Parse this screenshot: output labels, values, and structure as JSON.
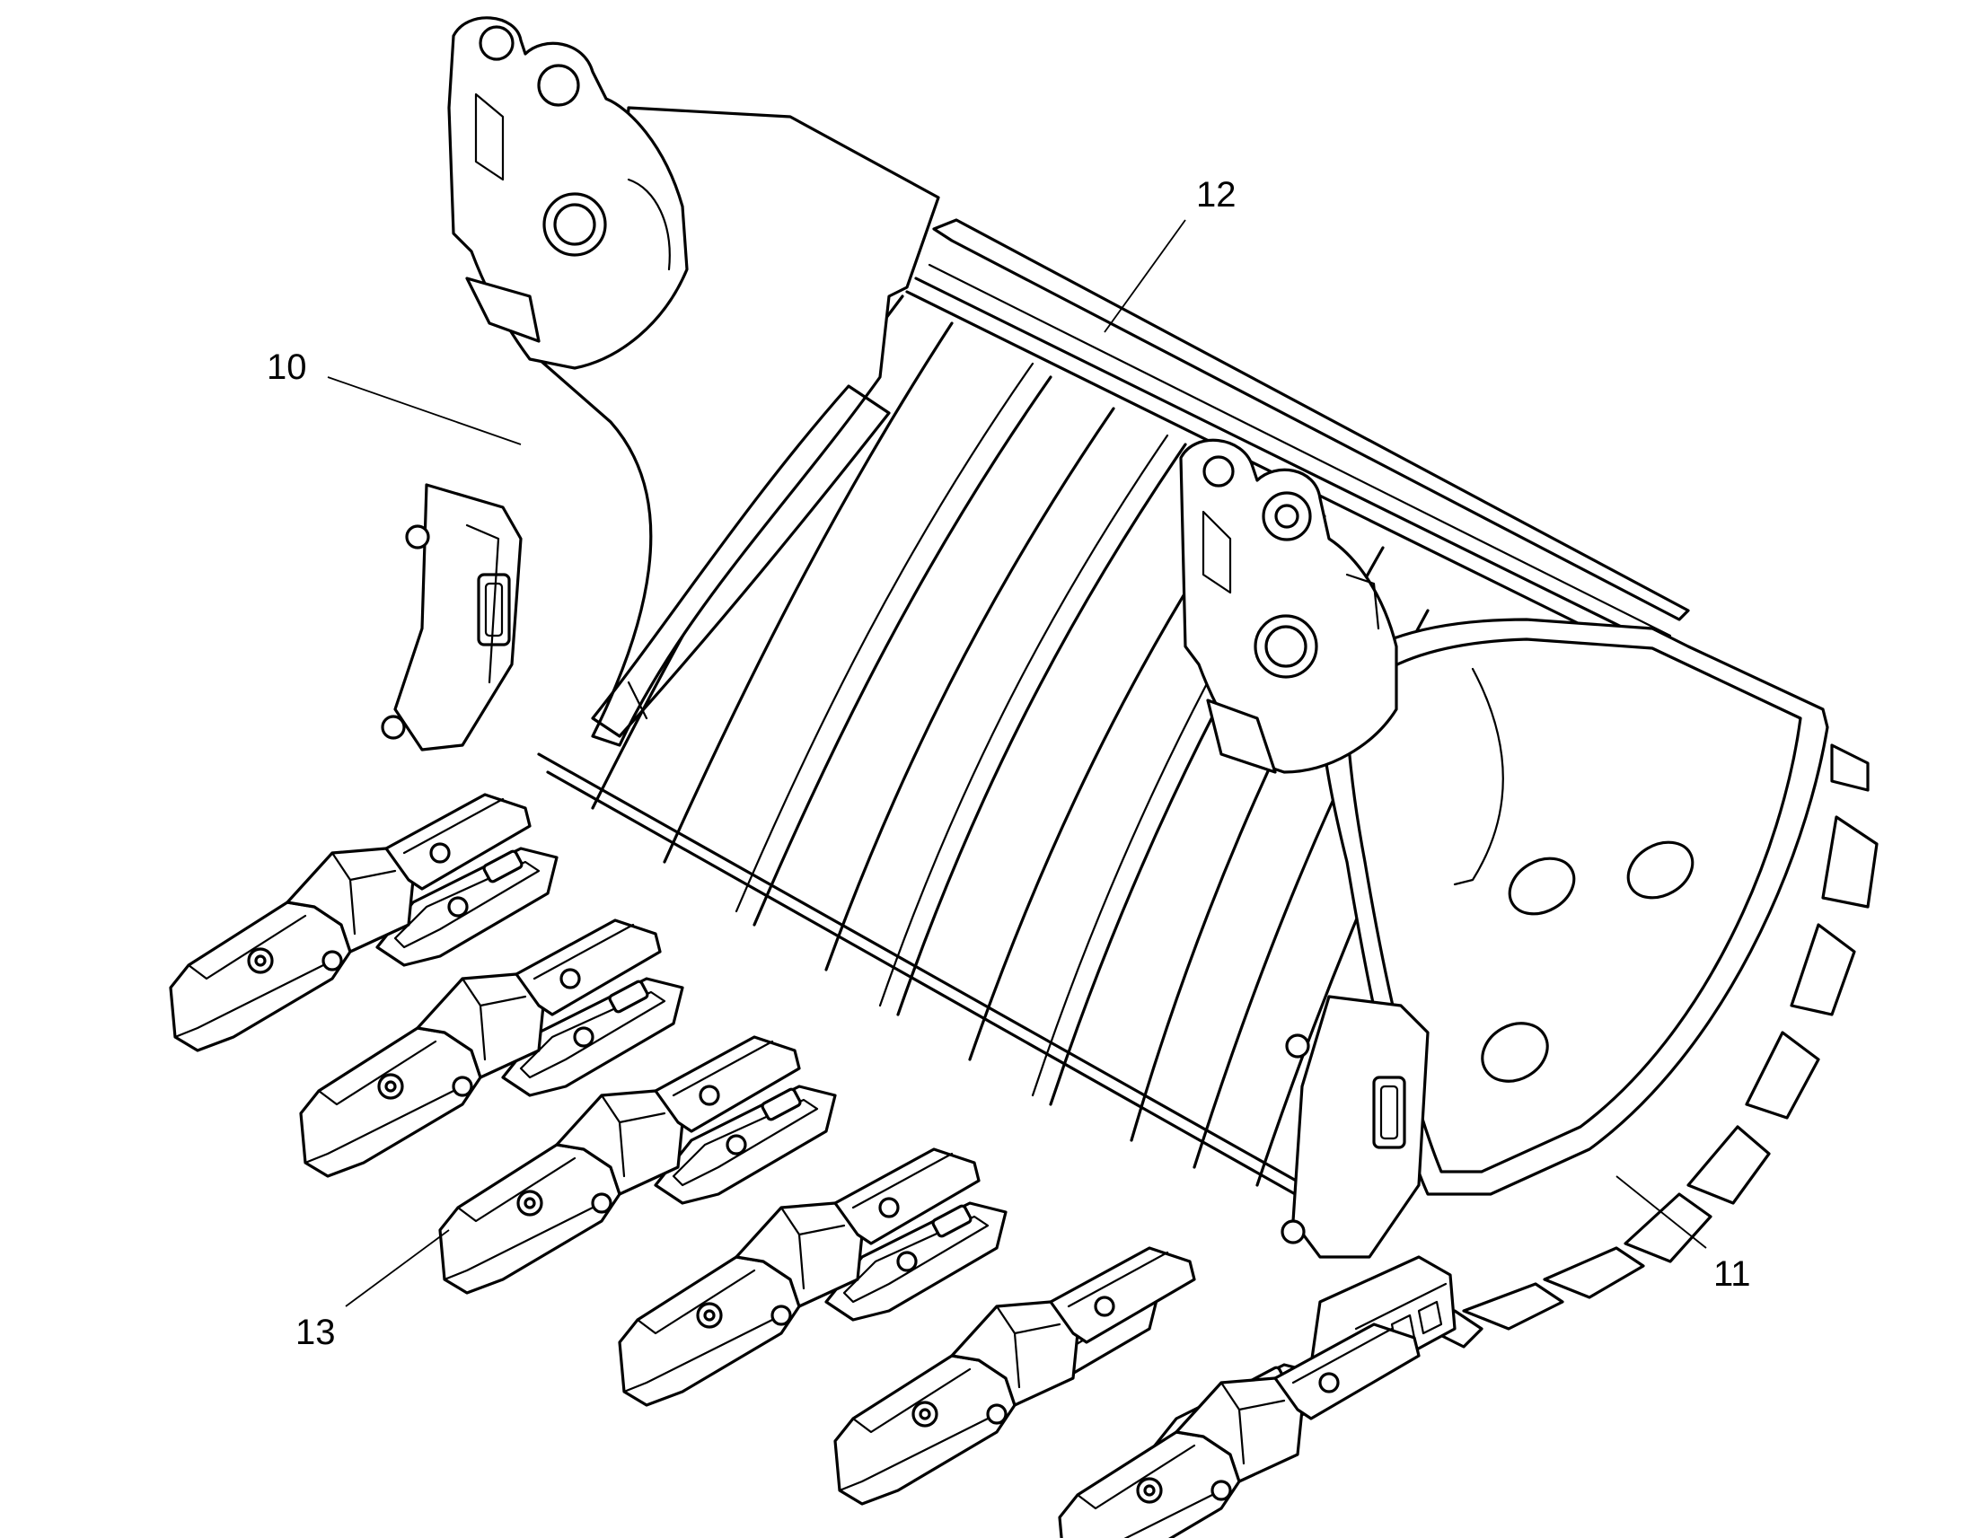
{
  "callouts": [
    {
      "id": "10",
      "label": "10"
    },
    {
      "id": "11",
      "label": "11"
    },
    {
      "id": "12",
      "label": "12"
    },
    {
      "id": "13",
      "label": "13"
    }
  ],
  "colors": {
    "line": "#000000",
    "background": "#ffffff"
  }
}
